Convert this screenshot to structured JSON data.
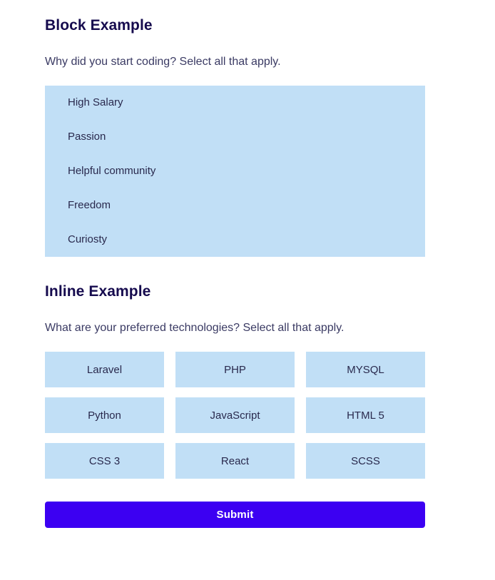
{
  "block_section": {
    "title": "Block Example",
    "question": "Why did you start coding? Select all that apply.",
    "options": [
      {
        "label": "High Salary"
      },
      {
        "label": "Passion"
      },
      {
        "label": "Helpful community"
      },
      {
        "label": "Freedom"
      },
      {
        "label": "Curiosty"
      }
    ]
  },
  "inline_section": {
    "title": "Inline Example",
    "question": "What are your preferred technologies? Select all that apply.",
    "options": [
      {
        "label": "Laravel"
      },
      {
        "label": "PHP"
      },
      {
        "label": "MYSQL"
      },
      {
        "label": "Python"
      },
      {
        "label": "JavaScript"
      },
      {
        "label": "HTML 5"
      },
      {
        "label": "CSS 3"
      },
      {
        "label": "React"
      },
      {
        "label": "SCSS"
      }
    ]
  },
  "form": {
    "submit_label": "Submit"
  },
  "colors": {
    "option_background": "#c1dff6",
    "option_text": "#29294d",
    "heading_text": "#160b4e",
    "question_text": "#3a3a63",
    "submit_background": "#3c00f2",
    "submit_text": "#ffffff",
    "page_background": "#ffffff"
  }
}
